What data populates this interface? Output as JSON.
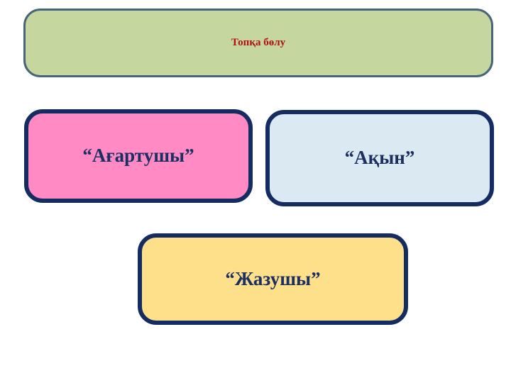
{
  "slide": {
    "title": {
      "text": "Топқа бөлу",
      "color": "#B01111",
      "fill": "#C5D69E",
      "border_color": "#44657A"
    },
    "groups": [
      {
        "label": "“Ағартушы”",
        "fill": "#FF8AC4",
        "border_color": "#152C63",
        "text_color": "#1C2F62"
      },
      {
        "label": "“Ақын”",
        "fill": "#DBEAF2",
        "border_color": "#152C63",
        "text_color": "#1C2F62"
      },
      {
        "label": "“Жазушы”",
        "fill": "#FFE08A",
        "border_color": "#152C63",
        "text_color": "#1C2F62"
      }
    ]
  }
}
